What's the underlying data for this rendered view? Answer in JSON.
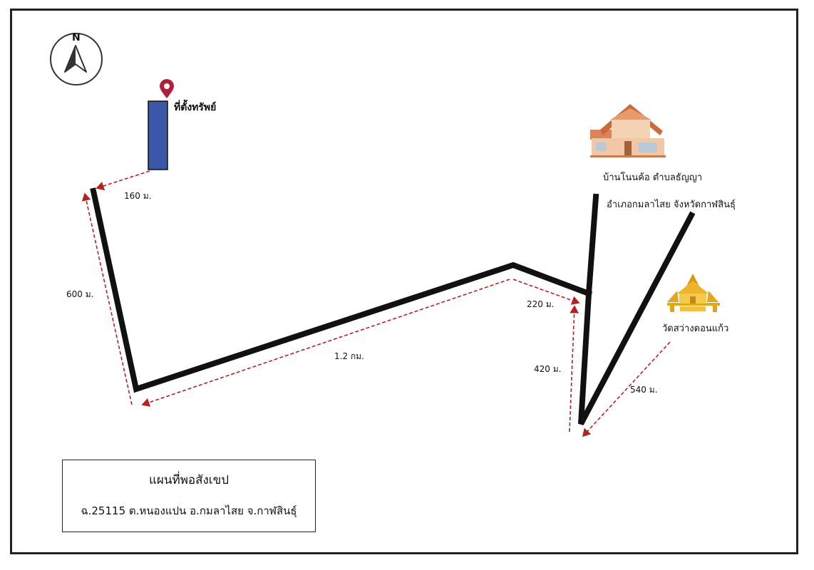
{
  "compass": {
    "north_label": "N",
    "icon": "north-arrow-icon"
  },
  "property": {
    "label": "ที่ตั้งทรัพย์",
    "marker_icon": "map-pin-icon",
    "parcel_color": "#3b58a8",
    "pin_color": "#b01f3a"
  },
  "landmarks": {
    "village": {
      "icon": "house-icon",
      "line1": "บ้านโนนค้อ ตำบลธัญญา",
      "line2": "อำเภอกมลาไสย จังหวัดกาฬสินธุ์"
    },
    "temple": {
      "icon": "temple-icon",
      "label": "วัดสว่างดอนแก้ว"
    }
  },
  "distances": {
    "d160": "160 ม.",
    "d600": "600 ม.",
    "d1200": "1.2 กม.",
    "d220": "220 ม.",
    "d420": "420 ม.",
    "d540": "540 ม."
  },
  "legend": {
    "title": "แผนที่พอสังเขป",
    "subtitle": "ฉ.25115 ต.หนองแปน อ.กมลาไสย จ.กาฬสินธุ์"
  },
  "colors": {
    "road": "#111111",
    "dimension_arrow": "#b22222"
  }
}
